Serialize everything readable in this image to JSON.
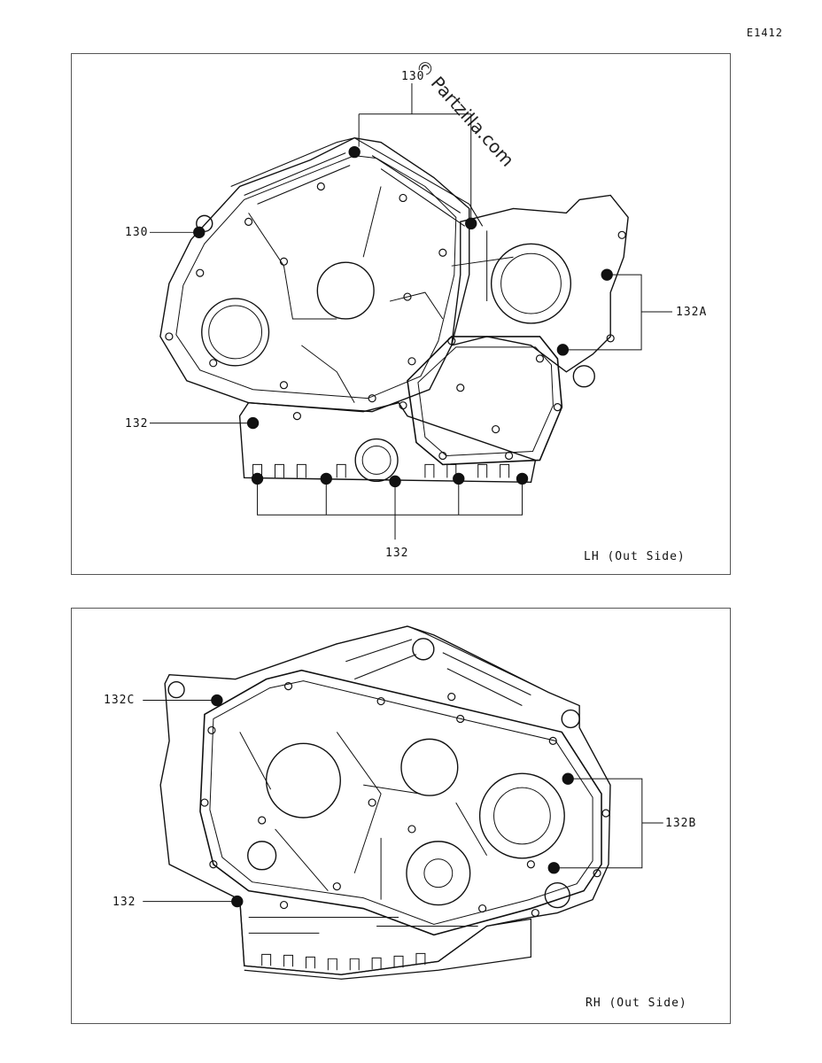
{
  "header": {
    "code": "E1412"
  },
  "watermark": {
    "text": "© Partzilla.com"
  },
  "panels": [
    {
      "caption": "LH (Out Side)",
      "callouts": {
        "top": "130",
        "left": "130",
        "right": "132A",
        "left_low": "132",
        "bottom": "132"
      }
    },
    {
      "caption": "RH (Out Side)",
      "callouts": {
        "top_left": "132C",
        "right": "132B",
        "left_low": "132"
      }
    }
  ]
}
